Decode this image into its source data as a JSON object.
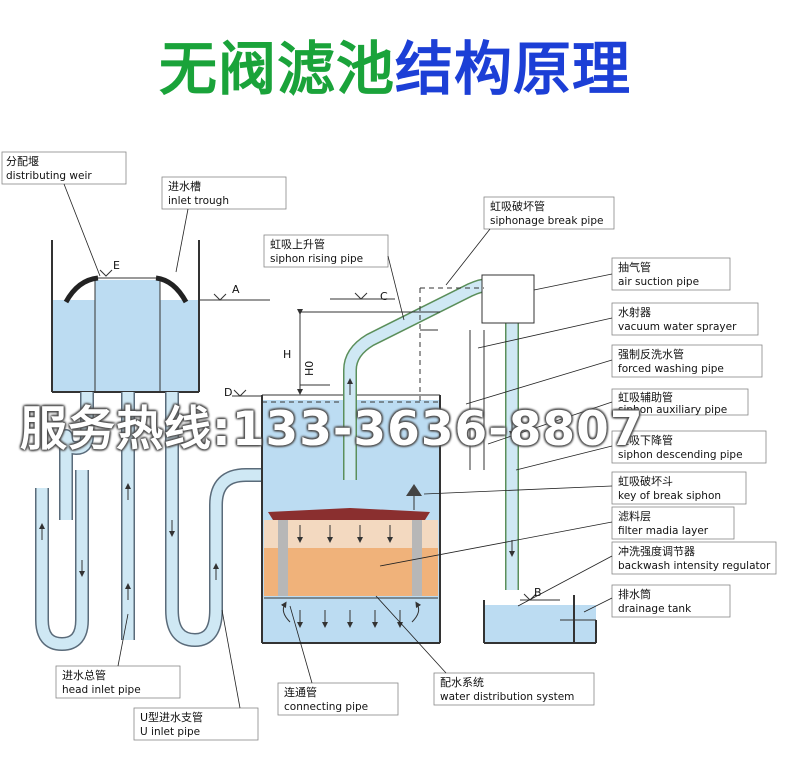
{
  "title": {
    "part1": "无阀滤池",
    "part2": "结构原理"
  },
  "watermark": "服务热线:133-3636-8807",
  "markers": {
    "A": "A",
    "B": "B",
    "C": "C",
    "D": "D",
    "E": "E",
    "H": "H",
    "H0": "H0"
  },
  "labels": {
    "distributing_weir": {
      "cn": "分配堰",
      "en": "distributing weir"
    },
    "inlet_trough": {
      "cn": "进水槽",
      "en": "inlet trough"
    },
    "siphonage_break_pipe": {
      "cn": "虹吸破坏管",
      "en": "siphonage break pipe"
    },
    "siphon_rising_pipe": {
      "cn": "虹吸上升管",
      "en": "siphon rising pipe"
    },
    "air_suction_pipe": {
      "cn": "抽气管",
      "en": "air suction pipe"
    },
    "vacuum_water_sprayer": {
      "cn": "水射器",
      "en": "vacuum water sprayer"
    },
    "forced_washing_pipe": {
      "cn": "强制反洗水管",
      "en": "forced washing pipe"
    },
    "siphon_auxiliary_pipe": {
      "cn": "虹吸辅助管",
      "en": "siphon auxiliary pipe"
    },
    "siphon_descending_pipe": {
      "cn": "虹吸下降管",
      "en": "siphon descending pipe"
    },
    "key_of_break_siphon": {
      "cn": "虹吸破坏斗",
      "en": "key of break siphon"
    },
    "filter_media_layer": {
      "cn": "滤料层",
      "en": "filter madia layer"
    },
    "backwash_intensity_regulator": {
      "cn": "冲洗强度调节器",
      "en": "backwash intensity regulator"
    },
    "drainage_tank": {
      "cn": "排水筒",
      "en": "drainage tank"
    },
    "head_inlet_pipe": {
      "cn": "进水总管",
      "en": "head inlet pipe"
    },
    "u_inlet_pipe": {
      "cn": "U型进水支管",
      "en": "U inlet pipe"
    },
    "connecting_pipe": {
      "cn": "连通管",
      "en": "connecting pipe"
    },
    "water_distribution_system": {
      "cn": "配水系统",
      "en": "water distribution system"
    }
  },
  "colors": {
    "title_green": "#1aa33a",
    "title_blue": "#1c3fd6",
    "water": "#bcdcf2",
    "filter_media": "#f0b27a",
    "hood": "#8a2f2f"
  }
}
